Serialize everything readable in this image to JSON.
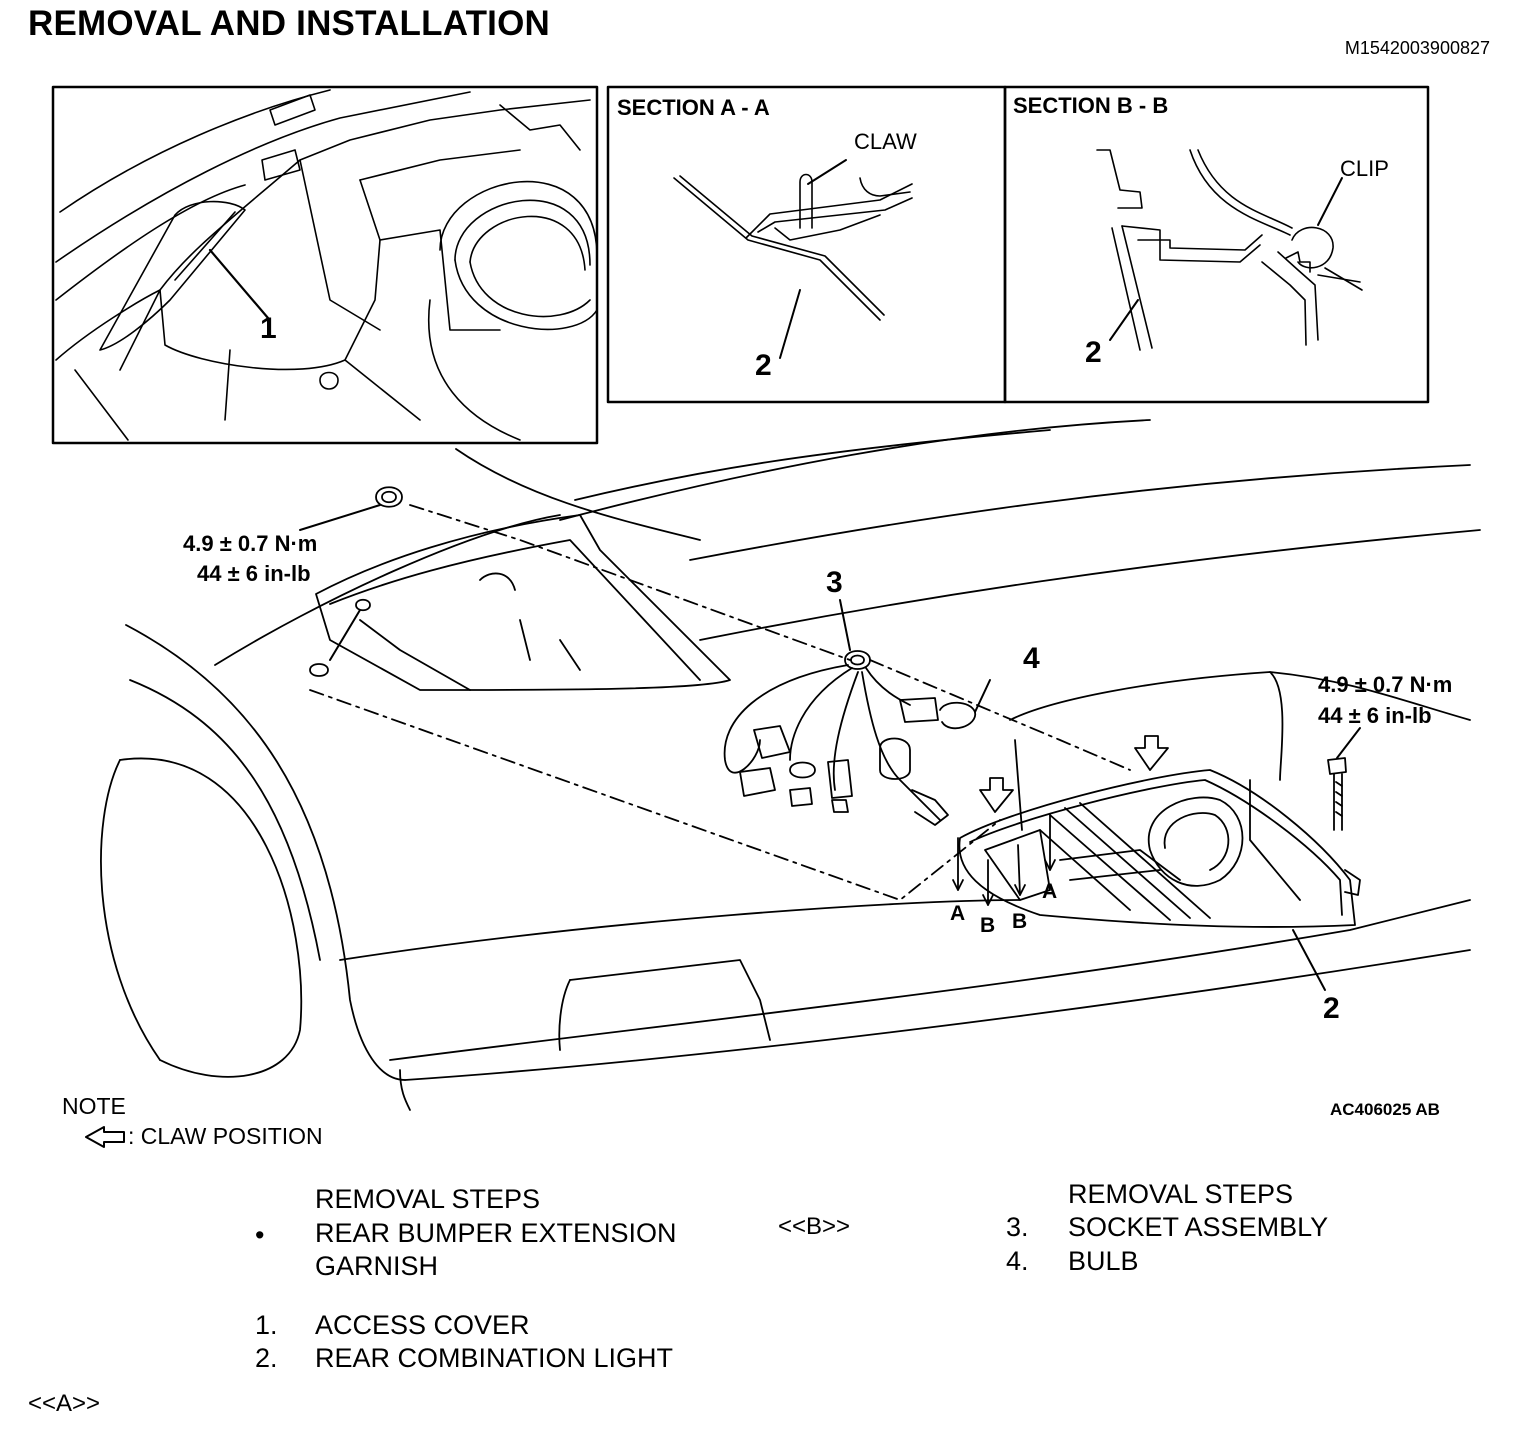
{
  "header": {
    "title": "REMOVAL AND INSTALLATION",
    "doc_id": "M1542003900827"
  },
  "figure": {
    "section_a_label": "SECTION A - A",
    "section_b_label": "SECTION B - B",
    "claw_label": "CLAW",
    "clip_label": "CLIP",
    "callout_1": "1",
    "callout_2": "2",
    "callout_3": "3",
    "callout_4": "4",
    "torque_left_nm": "4.9 ± 0.7 N·m",
    "torque_left_inlb": "44 ± 6 in-lb",
    "torque_right_nm": "4.9 ± 0.7 N·m",
    "torque_right_inlb": "44 ± 6 in-lb",
    "letter_a": "A",
    "letter_b": "B",
    "figure_id": "AC406025 AB"
  },
  "note": {
    "label": "NOTE",
    "claw_position": ": CLAW POSITION"
  },
  "steps_left": {
    "heading": "REMOVAL STEPS",
    "bullet": "•",
    "item_garnish_line1": "REAR BUMPER EXTENSION",
    "item_garnish_line2": "GARNISH",
    "item1_num": "1.",
    "item1_label": "ACCESS COVER",
    "item2_num": "2.",
    "item2_label": "REAR COMBINATION LIGHT",
    "ref_a": "<<A>>"
  },
  "steps_right": {
    "ref_b": "<<B>>",
    "heading": "REMOVAL STEPS",
    "item3_num": "3.",
    "item3_label": "SOCKET ASSEMBLY",
    "item4_num": "4.",
    "item4_label": "BULB"
  }
}
